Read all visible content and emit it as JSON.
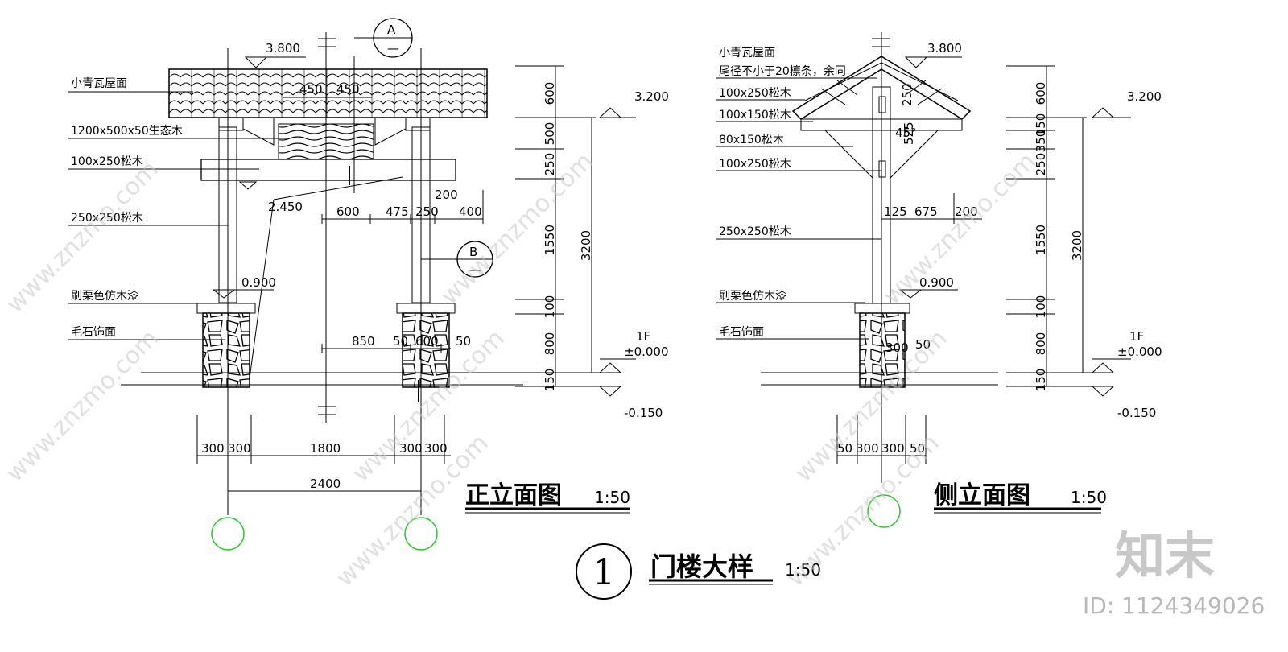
{
  "front": {
    "labels": [
      "小青瓦屋面",
      "1200x500x50生态木",
      "100x250松木",
      "250x250松木",
      "刷栗色仿木漆",
      "毛石饰面"
    ],
    "elev_top": "3.800",
    "elev_eave": "3.200",
    "elev_beam": "2.450",
    "elev_base": "0.900",
    "floor": "1F",
    "elev_zero": "±0.000",
    "elev_ground": "-0.150",
    "vert_dims": [
      "600",
      "500",
      "250",
      "1550",
      "100",
      "800",
      "150"
    ],
    "total_height": "3200",
    "section_a": "A",
    "section_b": "B",
    "section_dash": "—",
    "top_dims": [
      "450",
      "450"
    ],
    "beam_dims": [
      "600",
      "475",
      "250",
      "400"
    ],
    "dim_200": "200",
    "base_dims": [
      "850",
      "50",
      "600",
      "50"
    ],
    "bottom_dims": [
      "300",
      "300",
      "1800",
      "300",
      "300"
    ],
    "total_width": "2400",
    "title": "正立面图",
    "scale": "1:50"
  },
  "side": {
    "labels": [
      "小青瓦屋面",
      "尾径不小于20檩条，余同",
      "100x250松木",
      "100x150松木",
      "80x150松木",
      "100x250松木",
      "250x250松木",
      "刷栗色仿木漆",
      "毛石饰面"
    ],
    "elev_top": "3.800",
    "elev_eave": "3.200",
    "elev_base": "0.900",
    "floor": "1F",
    "elev_zero": "±0.000",
    "elev_ground": "-0.150",
    "vert_dims": [
      "600",
      "150",
      "350",
      "250",
      "1550",
      "100",
      "800",
      "150"
    ],
    "total_height": "3200",
    "inner_dims": [
      "250",
      "525",
      "45°"
    ],
    "beam_dims": [
      "125",
      "675",
      "200"
    ],
    "base_dims": [
      "300",
      "50"
    ],
    "bottom_dims": [
      "50",
      "300",
      "300",
      "50"
    ],
    "title": "侧立面图",
    "scale": "1:50"
  },
  "detail": {
    "number": "1",
    "title": "门楼大样",
    "scale": "1:50"
  },
  "watermark": {
    "logo": "知末",
    "id": "ID: 1124349026",
    "url": "www.znzmo.com"
  },
  "colors": {
    "line": "#000000",
    "axis_circle": "#22cc22",
    "watermark": "#c8c8c8"
  }
}
